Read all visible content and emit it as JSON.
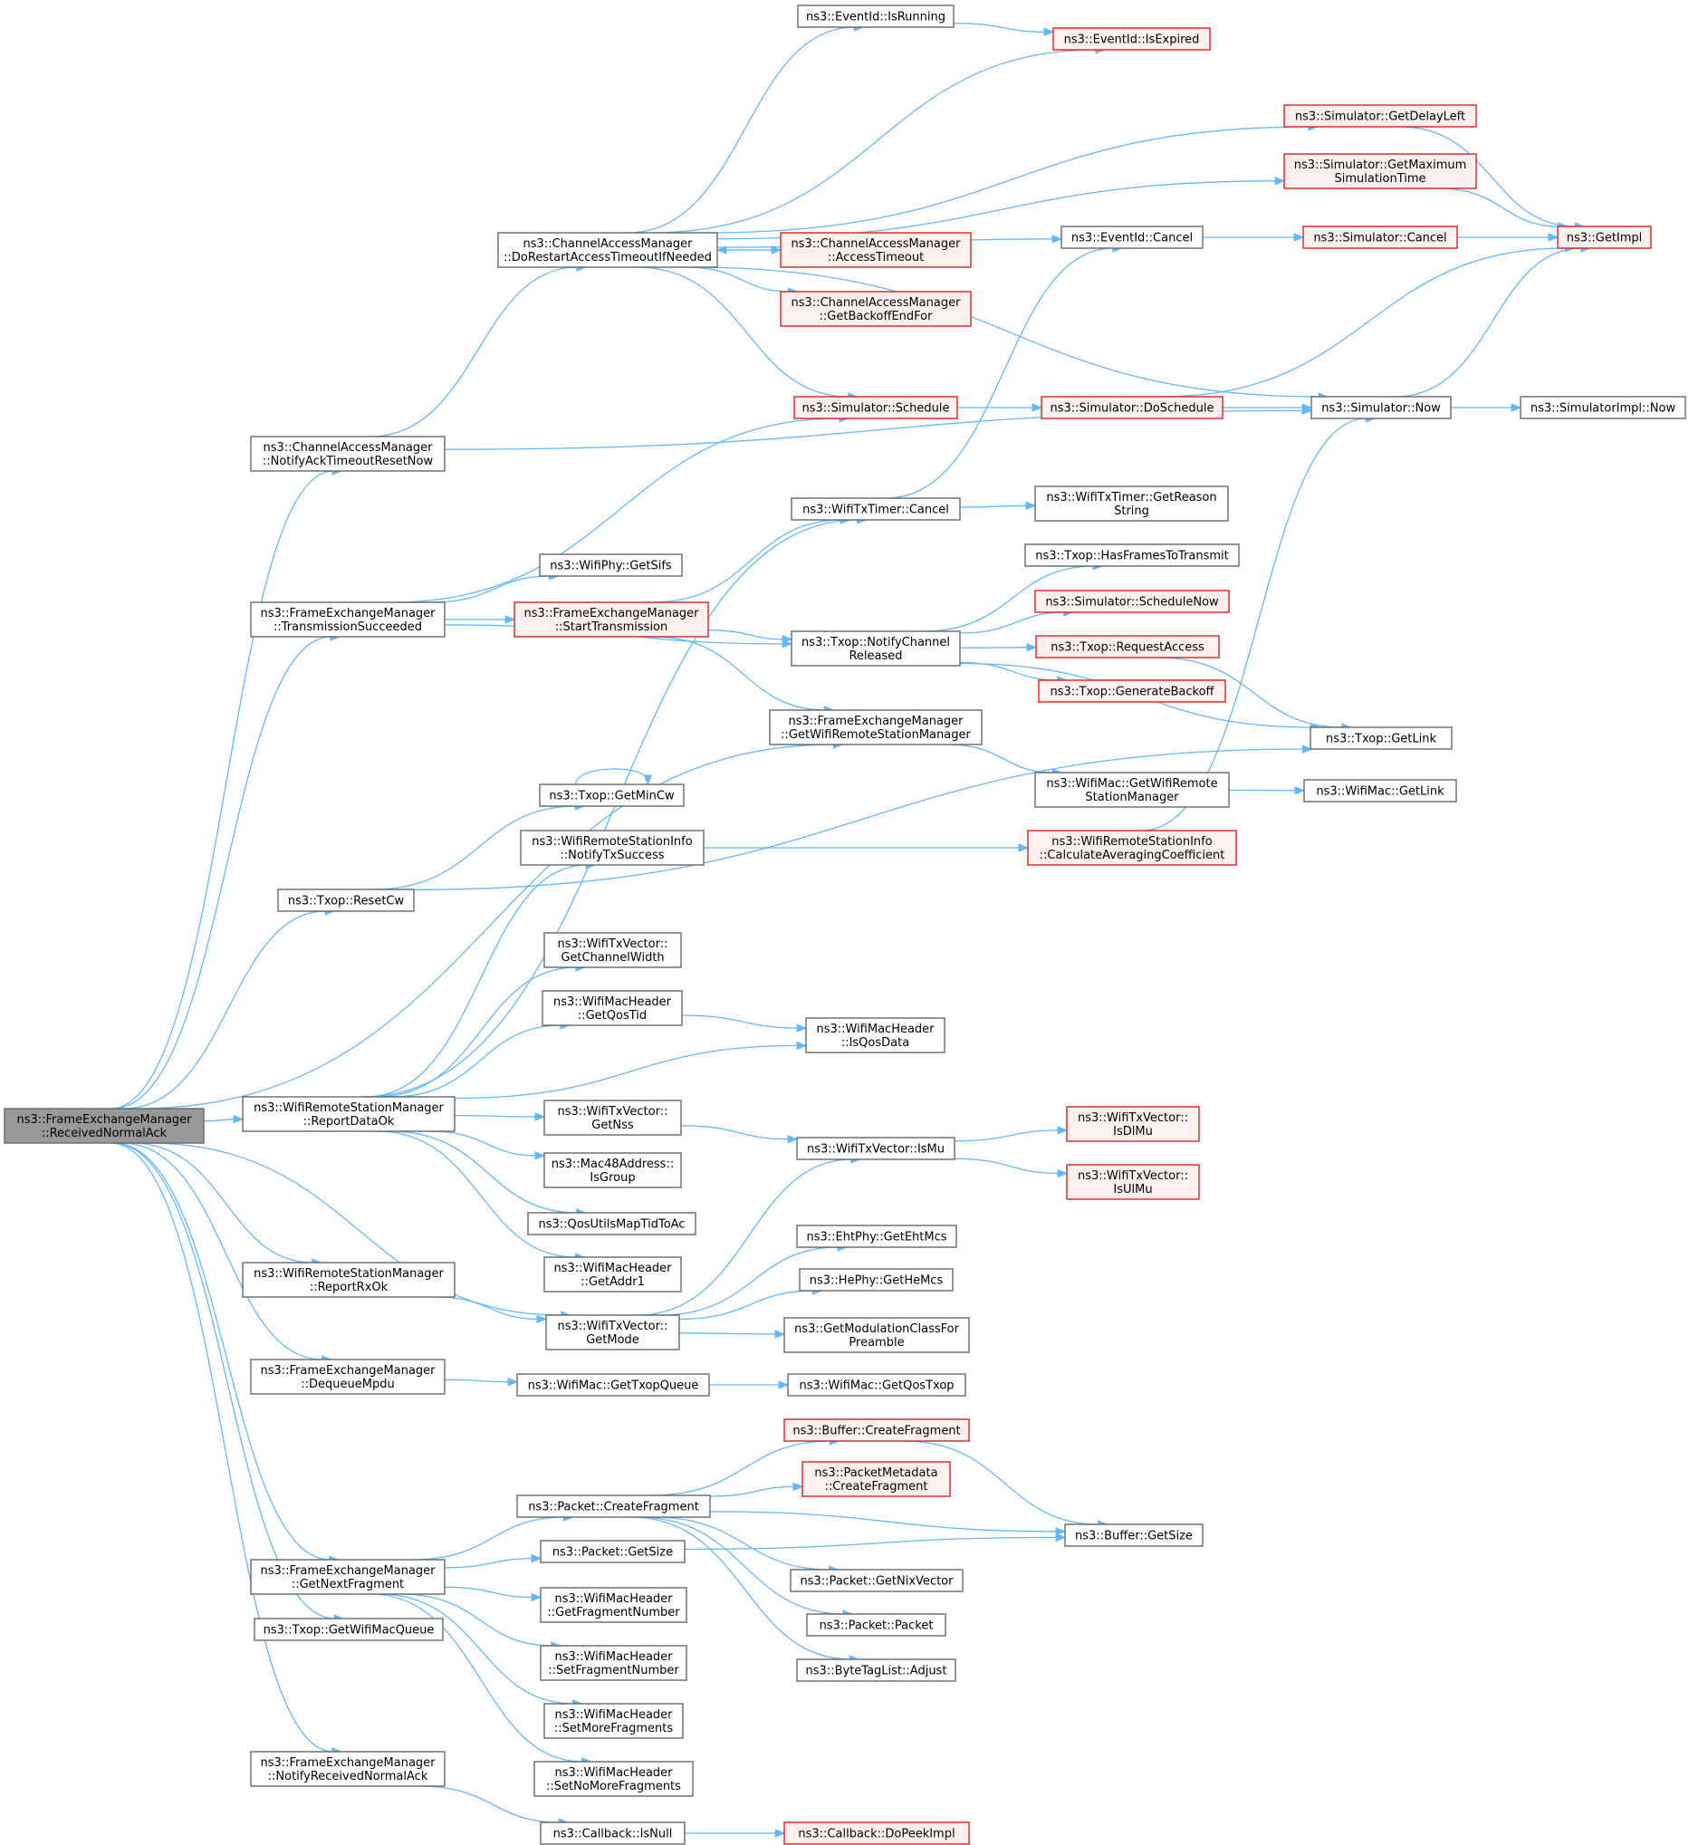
{
  "colors": {
    "edge": "#63b8ff",
    "plain_border": "#666666",
    "red_border": "#e0201b",
    "red_fill": "#fff0f0",
    "root_fill": "#999999"
  },
  "nodes": [
    {
      "id": "root",
      "kind": "root",
      "lines": [
        "ns3::FrameExchangeManager",
        "::ReceivedNormalAck"
      ]
    },
    {
      "id": "notifyAck",
      "kind": "plain",
      "lines": [
        "ns3::ChannelAccessManager",
        "::NotifyAckTimeoutResetNow"
      ]
    },
    {
      "id": "transSucc",
      "kind": "plain",
      "lines": [
        "ns3::FrameExchangeManager",
        "::TransmissionSucceeded"
      ]
    },
    {
      "id": "resetCw",
      "kind": "plain",
      "lines": [
        "ns3::Txop::ResetCw"
      ]
    },
    {
      "id": "reportDataOk",
      "kind": "plain",
      "lines": [
        "ns3::WifiRemoteStationManager",
        "::ReportDataOk"
      ]
    },
    {
      "id": "reportRxOk",
      "kind": "plain",
      "lines": [
        "ns3::WifiRemoteStationManager",
        "::ReportRxOk"
      ]
    },
    {
      "id": "dequeueMpdu",
      "kind": "plain",
      "lines": [
        "ns3::FrameExchangeManager",
        "::DequeueMpdu"
      ]
    },
    {
      "id": "getNextFrag",
      "kind": "plain",
      "lines": [
        "ns3::FrameExchangeManager",
        "::GetNextFragment"
      ]
    },
    {
      "id": "getWifiMacQueue",
      "kind": "plain",
      "lines": [
        "ns3::Txop::GetWifiMacQueue"
      ]
    },
    {
      "id": "notifyRecvAck",
      "kind": "plain",
      "lines": [
        "ns3::FrameExchangeManager",
        "::NotifyReceivedNormalAck"
      ]
    },
    {
      "id": "doRestart",
      "kind": "plain",
      "lines": [
        "ns3::ChannelAccessManager",
        "::DoRestartAccessTimeoutIfNeeded"
      ]
    },
    {
      "id": "eventIsRunning",
      "kind": "plain",
      "lines": [
        "ns3::EventId::IsRunning"
      ]
    },
    {
      "id": "eventIsExpired",
      "kind": "red",
      "lines": [
        "ns3::EventId::IsExpired"
      ]
    },
    {
      "id": "simGetDelayLeft",
      "kind": "red",
      "lines": [
        "ns3::Simulator::GetDelayLeft"
      ]
    },
    {
      "id": "simGetMax",
      "kind": "red",
      "lines": [
        "ns3::Simulator::GetMaximum",
        "SimulationTime"
      ]
    },
    {
      "id": "eventCancel",
      "kind": "plain",
      "lines": [
        "ns3::EventId::Cancel"
      ]
    },
    {
      "id": "simCancel",
      "kind": "red",
      "lines": [
        "ns3::Simulator::Cancel"
      ]
    },
    {
      "id": "getImpl",
      "kind": "red",
      "lines": [
        "ns3::GetImpl"
      ]
    },
    {
      "id": "camAccessTimeout",
      "kind": "red",
      "lines": [
        "ns3::ChannelAccessManager",
        "::AccessTimeout"
      ]
    },
    {
      "id": "camGetBackoff",
      "kind": "red",
      "lines": [
        "ns3::ChannelAccessManager",
        "::GetBackoffEndFor"
      ]
    },
    {
      "id": "simSchedule",
      "kind": "red",
      "lines": [
        "ns3::Simulator::Schedule"
      ]
    },
    {
      "id": "simDoSchedule",
      "kind": "red",
      "lines": [
        "ns3::Simulator::DoSchedule"
      ]
    },
    {
      "id": "simNow",
      "kind": "plain",
      "lines": [
        "ns3::Simulator::Now"
      ]
    },
    {
      "id": "simImplNow",
      "kind": "plain",
      "lines": [
        "ns3::SimulatorImpl::Now"
      ]
    },
    {
      "id": "txTimerCancel",
      "kind": "plain",
      "lines": [
        "ns3::WifiTxTimer::Cancel"
      ]
    },
    {
      "id": "txTimerReason",
      "kind": "plain",
      "lines": [
        "ns3::WifiTxTimer::GetReason",
        "String"
      ]
    },
    {
      "id": "getSifs",
      "kind": "plain",
      "lines": [
        "ns3::WifiPhy::GetSifs"
      ]
    },
    {
      "id": "startTx",
      "kind": "red",
      "lines": [
        "ns3::FrameExchangeManager",
        "::StartTransmission"
      ]
    },
    {
      "id": "txopNotifyChan",
      "kind": "plain",
      "lines": [
        "ns3::Txop::NotifyChannel",
        "Released"
      ]
    },
    {
      "id": "hasFrames",
      "kind": "plain",
      "lines": [
        "ns3::Txop::HasFramesToTransmit"
      ]
    },
    {
      "id": "simScheduleNow",
      "kind": "red",
      "lines": [
        "ns3::Simulator::ScheduleNow"
      ]
    },
    {
      "id": "requestAccess",
      "kind": "red",
      "lines": [
        "ns3::Txop::RequestAccess"
      ]
    },
    {
      "id": "genBackoff",
      "kind": "red",
      "lines": [
        "ns3::Txop::GenerateBackoff"
      ]
    },
    {
      "id": "txopGetLink",
      "kind": "plain",
      "lines": [
        "ns3::Txop::GetLink"
      ]
    },
    {
      "id": "femGetWrsm",
      "kind": "plain",
      "lines": [
        "ns3::FrameExchangeManager",
        "::GetWifiRemoteStationManager"
      ]
    },
    {
      "id": "macGetWrsm",
      "kind": "plain",
      "lines": [
        "ns3::WifiMac::GetWifiRemote",
        "StationManager"
      ]
    },
    {
      "id": "macGetLink",
      "kind": "plain",
      "lines": [
        "ns3::WifiMac::GetLink"
      ]
    },
    {
      "id": "getMinCw",
      "kind": "plain",
      "lines": [
        "ns3::Txop::GetMinCw"
      ]
    },
    {
      "id": "wrsiNotifyTx",
      "kind": "plain",
      "lines": [
        "ns3::WifiRemoteStationInfo",
        "::NotifyTxSuccess"
      ]
    },
    {
      "id": "calcAvg",
      "kind": "red",
      "lines": [
        "ns3::WifiRemoteStationInfo",
        "::CalculateAveragingCoefficient"
      ]
    },
    {
      "id": "getChanWidth",
      "kind": "plain",
      "lines": [
        "ns3::WifiTxVector::",
        "GetChannelWidth"
      ]
    },
    {
      "id": "getQosTid",
      "kind": "plain",
      "lines": [
        "ns3::WifiMacHeader",
        "::GetQosTid"
      ]
    },
    {
      "id": "isQosData",
      "kind": "plain",
      "lines": [
        "ns3::WifiMacHeader",
        "::IsQosData"
      ]
    },
    {
      "id": "getNss",
      "kind": "plain",
      "lines": [
        "ns3::WifiTxVector::",
        "GetNss"
      ]
    },
    {
      "id": "isMu",
      "kind": "plain",
      "lines": [
        "ns3::WifiTxVector::IsMu"
      ]
    },
    {
      "id": "isDlMu",
      "kind": "red",
      "lines": [
        "ns3::WifiTxVector::",
        "IsDlMu"
      ]
    },
    {
      "id": "isUlMu",
      "kind": "red",
      "lines": [
        "ns3::WifiTxVector::",
        "IsUlMu"
      ]
    },
    {
      "id": "macIsGroup",
      "kind": "plain",
      "lines": [
        "ns3::Mac48Address::",
        "IsGroup"
      ]
    },
    {
      "id": "qosMap",
      "kind": "plain",
      "lines": [
        "ns3::QosUtilsMapTidToAc"
      ]
    },
    {
      "id": "getAddr1",
      "kind": "plain",
      "lines": [
        "ns3::WifiMacHeader",
        "::GetAddr1"
      ]
    },
    {
      "id": "getEhtMcs",
      "kind": "plain",
      "lines": [
        "ns3::EhtPhy::GetEhtMcs"
      ]
    },
    {
      "id": "getHeMcs",
      "kind": "plain",
      "lines": [
        "ns3::HePhy::GetHeMcs"
      ]
    },
    {
      "id": "getMode",
      "kind": "plain",
      "lines": [
        "ns3::WifiTxVector::",
        "GetMode"
      ]
    },
    {
      "id": "getModClass",
      "kind": "plain",
      "lines": [
        "ns3::GetModulationClassFor",
        "Preamble"
      ]
    },
    {
      "id": "getTxopQueue",
      "kind": "plain",
      "lines": [
        "ns3::WifiMac::GetTxopQueue"
      ]
    },
    {
      "id": "getQosTxop",
      "kind": "plain",
      "lines": [
        "ns3::WifiMac::GetQosTxop"
      ]
    },
    {
      "id": "bufCreateFrag",
      "kind": "red",
      "lines": [
        "ns3::Buffer::CreateFragment"
      ]
    },
    {
      "id": "pmCreateFrag",
      "kind": "red",
      "lines": [
        "ns3::PacketMetadata",
        "::CreateFragment"
      ]
    },
    {
      "id": "pktCreateFrag",
      "kind": "plain",
      "lines": [
        "ns3::Packet::CreateFragment"
      ]
    },
    {
      "id": "bufGetSize",
      "kind": "plain",
      "lines": [
        "ns3::Buffer::GetSize"
      ]
    },
    {
      "id": "pktGetSize",
      "kind": "plain",
      "lines": [
        "ns3::Packet::GetSize"
      ]
    },
    {
      "id": "pktGetNix",
      "kind": "plain",
      "lines": [
        "ns3::Packet::GetNixVector"
      ]
    },
    {
      "id": "pktPacket",
      "kind": "plain",
      "lines": [
        "ns3::Packet::Packet"
      ]
    },
    {
      "id": "byteTagAdjust",
      "kind": "plain",
      "lines": [
        "ns3::ByteTagList::Adjust"
      ]
    },
    {
      "id": "getFragNum",
      "kind": "plain",
      "lines": [
        "ns3::WifiMacHeader",
        "::GetFragmentNumber"
      ]
    },
    {
      "id": "setFragNum",
      "kind": "plain",
      "lines": [
        "ns3::WifiMacHeader",
        "::SetFragmentNumber"
      ]
    },
    {
      "id": "setMoreFrag",
      "kind": "plain",
      "lines": [
        "ns3::WifiMacHeader",
        "::SetMoreFragments"
      ]
    },
    {
      "id": "setNoMoreFrag",
      "kind": "plain",
      "lines": [
        "ns3::WifiMacHeader",
        "::SetNoMoreFragments"
      ]
    },
    {
      "id": "cbIsNull",
      "kind": "plain",
      "lines": [
        "ns3::Callback::IsNull"
      ]
    },
    {
      "id": "cbDoPeek",
      "kind": "red",
      "lines": [
        "ns3::Callback::DoPeekImpl"
      ]
    }
  ],
  "edges": [
    [
      "root",
      "notifyAck"
    ],
    [
      "root",
      "transSucc"
    ],
    [
      "root",
      "femGetWrsm"
    ],
    [
      "root",
      "resetCw"
    ],
    [
      "root",
      "reportDataOk"
    ],
    [
      "root",
      "getMode"
    ],
    [
      "root",
      "reportRxOk"
    ],
    [
      "root",
      "dequeueMpdu"
    ],
    [
      "root",
      "getNextFrag"
    ],
    [
      "root",
      "getWifiMacQueue"
    ],
    [
      "root",
      "notifyRecvAck"
    ],
    [
      "notifyAck",
      "doRestart"
    ],
    [
      "notifyAck",
      "simNow"
    ],
    [
      "doRestart",
      "eventIsRunning"
    ],
    [
      "doRestart",
      "eventIsExpired"
    ],
    [
      "doRestart",
      "simGetDelayLeft"
    ],
    [
      "doRestart",
      "simGetMax"
    ],
    [
      "doRestart",
      "eventCancel"
    ],
    [
      "doRestart",
      "camAccessTimeout"
    ],
    [
      "doRestart",
      "camGetBackoff"
    ],
    [
      "doRestart",
      "simSchedule"
    ],
    [
      "doRestart",
      "simNow"
    ],
    [
      "camAccessTimeout",
      "doRestart"
    ],
    [
      "eventIsRunning",
      "eventIsExpired"
    ],
    [
      "simGetDelayLeft",
      "getImpl"
    ],
    [
      "simGetMax",
      "getImpl"
    ],
    [
      "eventCancel",
      "simCancel"
    ],
    [
      "simCancel",
      "getImpl"
    ],
    [
      "simSchedule",
      "simDoSchedule"
    ],
    [
      "simDoSchedule",
      "getImpl"
    ],
    [
      "simDoSchedule",
      "simNow"
    ],
    [
      "simNow",
      "getImpl"
    ],
    [
      "simNow",
      "simImplNow"
    ],
    [
      "transSucc",
      "simSchedule"
    ],
    [
      "transSucc",
      "getSifs"
    ],
    [
      "transSucc",
      "startTx"
    ],
    [
      "transSucc",
      "txopNotifyChan"
    ],
    [
      "startTx",
      "txTimerCancel"
    ],
    [
      "startTx",
      "txopNotifyChan"
    ],
    [
      "startTx",
      "femGetWrsm"
    ],
    [
      "txTimerCancel",
      "eventCancel"
    ],
    [
      "txTimerCancel",
      "txTimerReason"
    ],
    [
      "txopNotifyChan",
      "hasFrames"
    ],
    [
      "txopNotifyChan",
      "simScheduleNow"
    ],
    [
      "txopNotifyChan",
      "requestAccess"
    ],
    [
      "txopNotifyChan",
      "genBackoff"
    ],
    [
      "txopNotifyChan",
      "txopGetLink"
    ],
    [
      "requestAccess",
      "txopGetLink"
    ],
    [
      "femGetWrsm",
      "macGetWrsm"
    ],
    [
      "macGetWrsm",
      "macGetLink"
    ],
    [
      "resetCw",
      "getMinCw"
    ],
    [
      "resetCw",
      "txopGetLink"
    ],
    [
      "getMinCw",
      "getMinCw"
    ],
    [
      "wrsiNotifyTx",
      "calcAvg"
    ],
    [
      "calcAvg",
      "simNow"
    ],
    [
      "reportDataOk",
      "txTimerCancel"
    ],
    [
      "reportDataOk",
      "wrsiNotifyTx"
    ],
    [
      "reportDataOk",
      "getChanWidth"
    ],
    [
      "reportDataOk",
      "getQosTid"
    ],
    [
      "reportDataOk",
      "isQosData"
    ],
    [
      "reportDataOk",
      "getNss"
    ],
    [
      "reportDataOk",
      "macIsGroup"
    ],
    [
      "reportDataOk",
      "qosMap"
    ],
    [
      "reportDataOk",
      "getAddr1"
    ],
    [
      "getQosTid",
      "isQosData"
    ],
    [
      "getNss",
      "isMu"
    ],
    [
      "isMu",
      "isDlMu"
    ],
    [
      "isMu",
      "isUlMu"
    ],
    [
      "getMode",
      "isMu"
    ],
    [
      "getMode",
      "getEhtMcs"
    ],
    [
      "getMode",
      "getHeMcs"
    ],
    [
      "getMode",
      "getModClass"
    ],
    [
      "reportRxOk",
      "getMode"
    ],
    [
      "dequeueMpdu",
      "getTxopQueue"
    ],
    [
      "getTxopQueue",
      "getQosTxop"
    ],
    [
      "getNextFrag",
      "pktCreateFrag"
    ],
    [
      "getNextFrag",
      "pktGetSize"
    ],
    [
      "getNextFrag",
      "getFragNum"
    ],
    [
      "getNextFrag",
      "setFragNum"
    ],
    [
      "getNextFrag",
      "setMoreFrag"
    ],
    [
      "getNextFrag",
      "setNoMoreFrag"
    ],
    [
      "pktCreateFrag",
      "bufCreateFrag"
    ],
    [
      "pktCreateFrag",
      "pmCreateFrag"
    ],
    [
      "pktCreateFrag",
      "bufGetSize"
    ],
    [
      "pktCreateFrag",
      "pktGetNix"
    ],
    [
      "pktCreateFrag",
      "pktPacket"
    ],
    [
      "pktCreateFrag",
      "byteTagAdjust"
    ],
    [
      "bufCreateFrag",
      "bufGetSize"
    ],
    [
      "pktGetSize",
      "bufGetSize"
    ],
    [
      "notifyRecvAck",
      "cbIsNull"
    ],
    [
      "cbIsNull",
      "cbDoPeek"
    ]
  ]
}
